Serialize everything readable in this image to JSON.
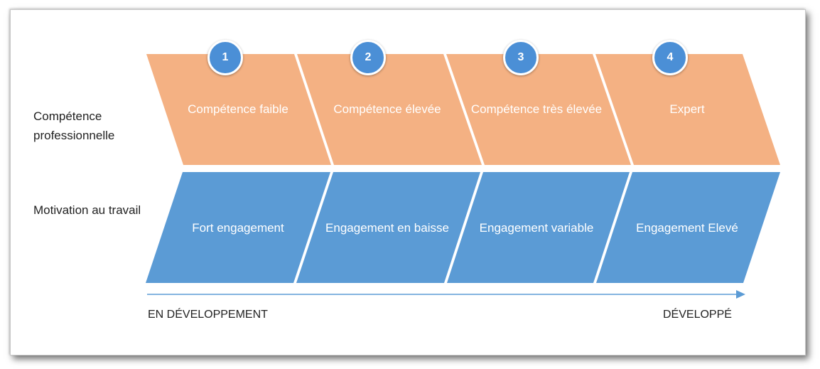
{
  "row_labels": {
    "competence": "Compétence professionnelle",
    "motivation": "Motivation au travail"
  },
  "stages": [
    {
      "number": "1",
      "competence": "Compétence faible",
      "motivation": "Fort engagement"
    },
    {
      "number": "2",
      "competence": "Compétence élevée",
      "motivation": "Engagement en baisse"
    },
    {
      "number": "3",
      "competence": "Compétence très élevée",
      "motivation": "Engagement variable"
    },
    {
      "number": "4",
      "competence": "Expert",
      "motivation": "Engagement Elevé"
    }
  ],
  "axis": {
    "start_label": "EN DÉVELOPPEMENT",
    "end_label": "DÉVELOPPÉ"
  },
  "colors": {
    "competence_fill": "#f4b183",
    "motivation_fill": "#5b9bd5",
    "badge_fill": "#4b8fd6",
    "arrow": "#5b9bd5"
  }
}
